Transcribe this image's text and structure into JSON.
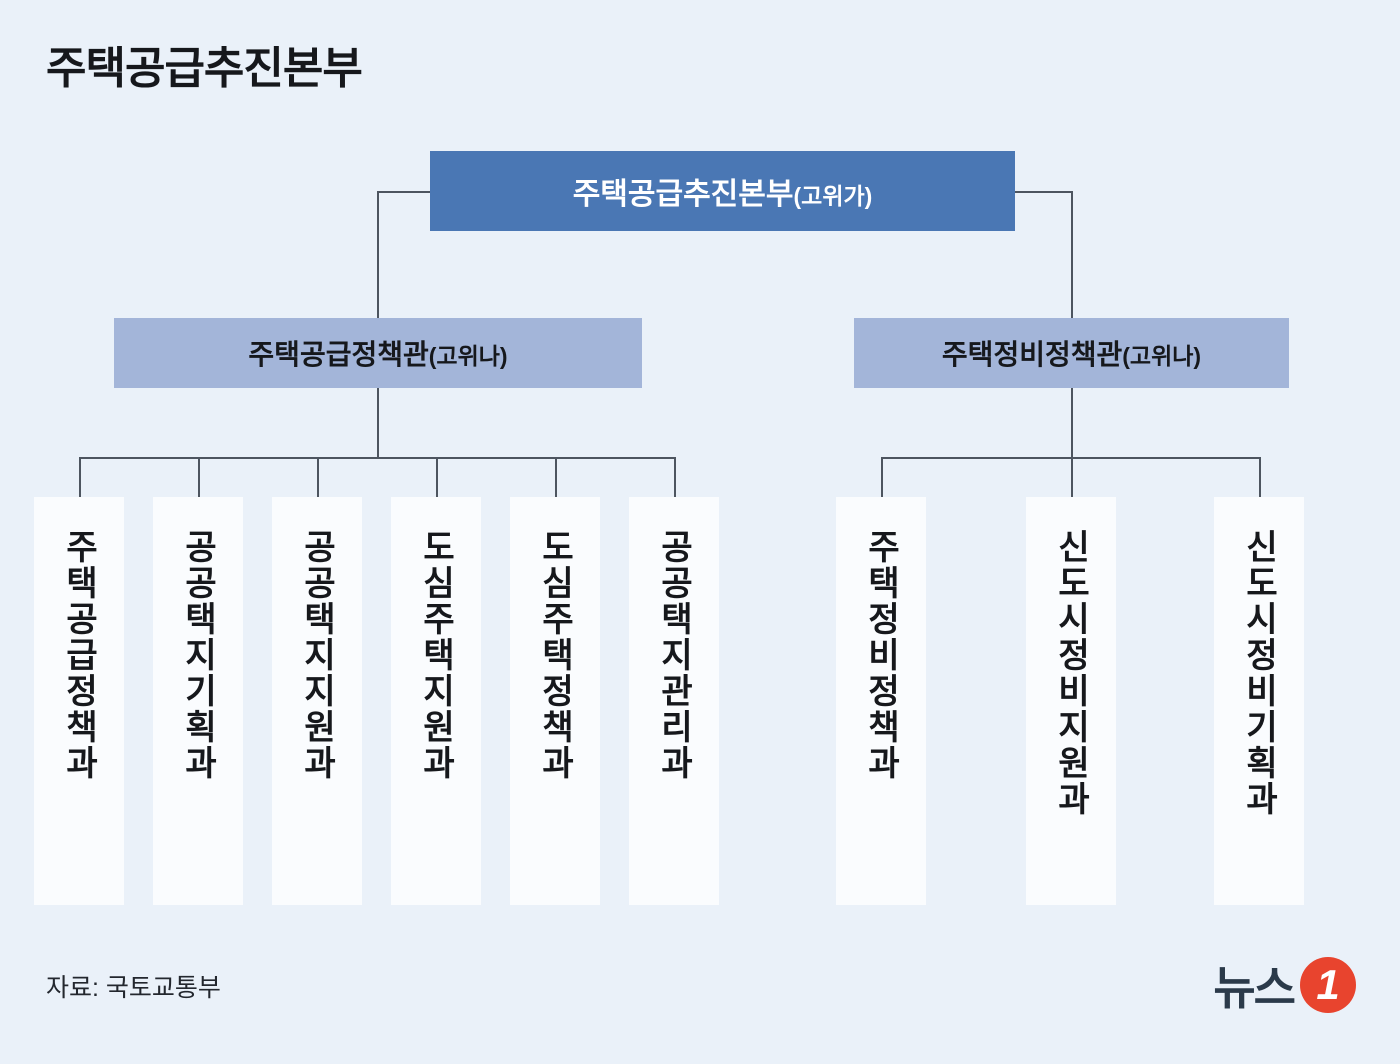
{
  "header": {
    "title": "주택공급추진본부"
  },
  "chart_data": {
    "type": "org-chart",
    "root": {
      "name": "주택공급추진본부",
      "rank": "(고위가)"
    },
    "divisions": [
      {
        "name": "주택공급정책관",
        "rank": "(고위나)",
        "children": [
          "주택공급정책과",
          "공공택지기획과",
          "공공택지지원과",
          "도심주택지원과",
          "도심주택정책과",
          "공공택지관리과"
        ]
      },
      {
        "name": "주택정비정책관",
        "rank": "(고위나)",
        "children": [
          "주택정비정책과",
          "신도시정비지원과",
          "신도시정비기획과"
        ]
      }
    ]
  },
  "footer": {
    "source": "자료: 국토교통부",
    "logo_text": "뉴스",
    "logo_mark": "1"
  },
  "colors": {
    "background": "#eaf1f9",
    "root_box": "#4a77b4",
    "division_box": "#a3b5d9",
    "leaf_box": "#fafcfe",
    "line": "#4d5560",
    "logo_red": "#e8442e"
  }
}
